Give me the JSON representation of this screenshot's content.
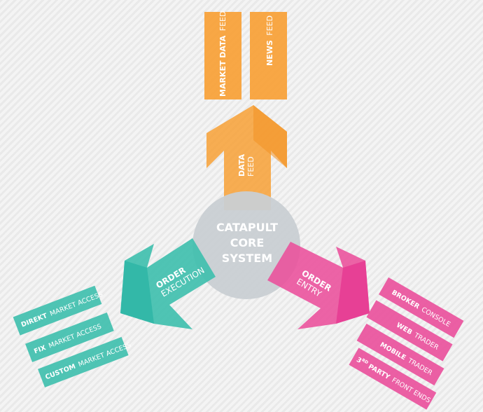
{
  "core": {
    "line1": "CATAPULT",
    "line2": "CORE",
    "line3": "SYSTEM"
  },
  "data_feed": {
    "bold": "DATA",
    "light": "FEED"
  },
  "order_execution": {
    "bold": "ORDER",
    "light": "EXECUTION"
  },
  "order_entry": {
    "bold": "ORDER",
    "light": "ENTRY"
  },
  "feeds": [
    {
      "bold": "MARKET DATA",
      "light": "FEED"
    },
    {
      "bold": "NEWS",
      "light": "FEED"
    }
  ],
  "market_access": [
    {
      "bold": "DIREKT",
      "light": "MARKET ACCESS"
    },
    {
      "bold": "FIX",
      "light": "MARKET ACCESS"
    },
    {
      "bold": "CUSTOM",
      "light": "MARKET ACCESS"
    }
  ],
  "front_ends": [
    {
      "bold": "BROKER",
      "light": "CONSOLE"
    },
    {
      "bold": "WEB",
      "light": "TRADER"
    },
    {
      "bold": "MOBILE",
      "light": "TRADER"
    },
    {
      "bold": "3",
      "sup": "RD",
      "bold2": " PARTY",
      "light": "FRONT ENDS"
    }
  ],
  "colors": {
    "orange": "#f7a035",
    "orange_dark": "#f29222",
    "teal": "#3dbfad",
    "teal_dark": "#22b0a0",
    "pink": "#ea4f9b",
    "pink_dark": "#e5298a",
    "core": "#c9cfd3"
  }
}
